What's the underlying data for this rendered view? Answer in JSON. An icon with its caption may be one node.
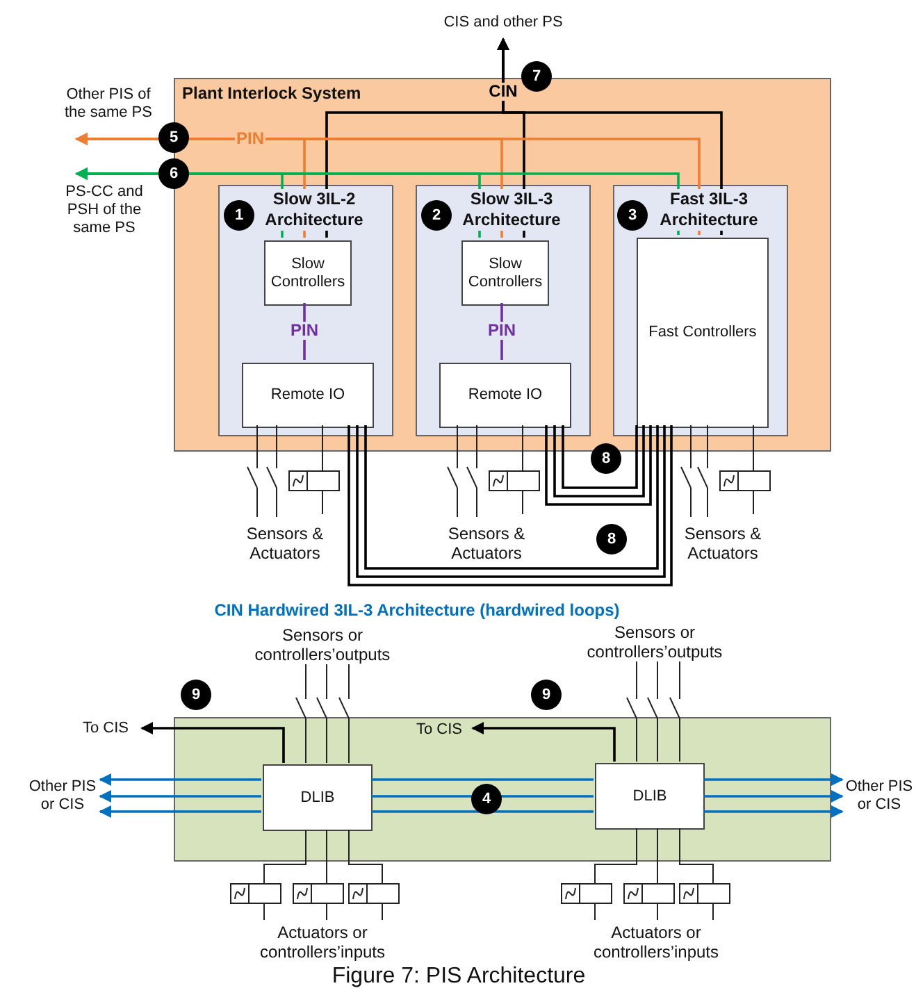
{
  "diagram": {
    "caption": "Figure 7: PIS Architecture",
    "nodes": [
      {
        "text": [
          "CIS and other PS"
        ]
      },
      {
        "text": [
          "Plant Interlock System"
        ]
      },
      {
        "text": [
          "Slow 3IL-2 Architecture"
        ],
        "in": 1
      },
      {
        "text": [
          "Slow Controllers"
        ],
        "in": 2
      },
      {
        "text": [
          "Remote IO"
        ],
        "in": 2
      },
      {
        "text": [
          "Slow 3IL-3 Architecture"
        ],
        "in": 1
      },
      {
        "text": [
          "Slow Controllers"
        ],
        "in": 5
      },
      {
        "text": [
          "Remote IO"
        ],
        "in": 5
      },
      {
        "text": [
          "Fast 3IL-3 Architecture"
        ],
        "in": 1
      },
      {
        "text": [
          "Fast Controllers"
        ],
        "in": 8
      },
      {
        "text": [
          "Other PIS of the same PS"
        ]
      },
      {
        "text": [
          "PS-CC and PSH of the same PS"
        ]
      },
      {
        "text": [],
        "shape": "box"
      },
      {
        "text": [
          "DLIB"
        ],
        "in": 12
      },
      {
        "text": [
          "DLIB"
        ],
        "in": 12
      },
      {
        "text": [
          "To CIS"
        ]
      },
      {
        "text": [
          "To CIS"
        ],
        "in": 12
      },
      {
        "text": [
          "Other PIS or CIS"
        ]
      },
      {
        "text": [
          "Other PIS or CIS"
        ]
      }
    ],
    "edges": [
      {
        "from": 3,
        "to": 0,
        "arrow": "to",
        "label": "CIN"
      },
      {
        "from": 6,
        "to": 0,
        "arrow": "to"
      },
      {
        "from": 9,
        "to": 0,
        "arrow": "to"
      },
      {
        "from": 3,
        "to": 10,
        "arrow": "to",
        "label": "PIN",
        "color": "#ed7d31"
      },
      {
        "from": 6,
        "to": 10,
        "arrow": "to",
        "color": "#ed7d31"
      },
      {
        "from": 9,
        "to": 10,
        "arrow": "to",
        "color": "#ed7d31"
      },
      {
        "from": 3,
        "to": 11,
        "arrow": "to",
        "color": "#00b050"
      },
      {
        "from": 6,
        "to": 11,
        "arrow": "to",
        "color": "#00b050"
      },
      {
        "from": 9,
        "to": 11,
        "arrow": "to",
        "color": "#00b050"
      },
      {
        "from": 3,
        "to": 4,
        "arrow": "none",
        "label": "PIN",
        "color": "#7030a0"
      },
      {
        "from": 6,
        "to": 7,
        "arrow": "none",
        "label": "PIN",
        "color": "#7030a0"
      },
      {
        "from": 4,
        "to": 9,
        "arrow": "none"
      },
      {
        "from": 4,
        "to": 9,
        "arrow": "none"
      },
      {
        "from": 4,
        "to": 9,
        "arrow": "none"
      },
      {
        "from": 7,
        "to": 9,
        "arrow": "none"
      },
      {
        "from": 7,
        "to": 9,
        "arrow": "none"
      },
      {
        "from": 7,
        "to": 9,
        "arrow": "none"
      },
      {
        "from": 13,
        "to": 15,
        "arrow": "to"
      },
      {
        "from": 14,
        "to": 16,
        "arrow": "to"
      },
      {
        "from": 13,
        "to": 17,
        "arrow": "to",
        "color": "#0070c0"
      },
      {
        "from": 13,
        "to": 17,
        "arrow": "to",
        "color": "#0070c0"
      },
      {
        "from": 13,
        "to": 17,
        "arrow": "to",
        "color": "#0070c0"
      },
      {
        "from": 13,
        "to": 14,
        "arrow": "none",
        "color": "#0070c0"
      },
      {
        "from": 13,
        "to": 14,
        "arrow": "none",
        "color": "#0070c0"
      },
      {
        "from": 13,
        "to": 14,
        "arrow": "none",
        "color": "#0070c0"
      },
      {
        "from": 14,
        "to": 18,
        "arrow": "to",
        "color": "#0070c0"
      },
      {
        "from": 14,
        "to": 18,
        "arrow": "to",
        "color": "#0070c0"
      },
      {
        "from": 14,
        "to": 18,
        "arrow": "to",
        "color": "#0070c0"
      }
    ],
    "labels": [
      "7",
      "5",
      "6",
      "1",
      "2",
      "3",
      "8",
      "Sensors & Actuators",
      "Sensors & Actuators",
      "8",
      "Sensors & Actuators",
      "CIN Hardwired 3IL-3 Architecture (hardwired loops)",
      "Sensors or controllers’outputs",
      "Sensors or controllers’outputs",
      "9",
      "9",
      "4",
      "Actuators or controllers’inputs",
      "Actuators or controllers’inputs"
    ]
  }
}
